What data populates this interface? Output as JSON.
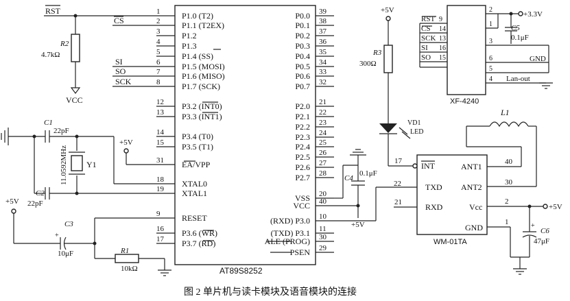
{
  "caption": "图 2   单片机与读卡模块及语音模块的连接",
  "mcu": {
    "name": "AT89S8252",
    "left_pins": [
      {
        "num": "1",
        "label": "P1.0 (T2)"
      },
      {
        "num": "2",
        "label": "P1.1 (T2EX)"
      },
      {
        "num": "3",
        "label": "P1.2"
      },
      {
        "num": "4",
        "label": "P1.3"
      },
      {
        "num": "5",
        "label": "P1.4 (SS)"
      },
      {
        "num": "6",
        "label": "P1.5 (MOSI)"
      },
      {
        "num": "7",
        "label": "P1.6 (MISO)"
      },
      {
        "num": "8",
        "label": "P1.7 (SCK)"
      },
      {
        "num": "12",
        "label": "P3.2 (INT0)"
      },
      {
        "num": "13",
        "label": "P3.3 (INT1)"
      },
      {
        "num": "14",
        "label": "P3.4 (T0)"
      },
      {
        "num": "15",
        "label": "P3.5 (T1)"
      },
      {
        "num": "31",
        "label": "EA/VPP"
      },
      {
        "num": "18",
        "label": "XTAL0"
      },
      {
        "num": "19",
        "label": "XTAL1"
      },
      {
        "num": "9",
        "label": "RESET"
      },
      {
        "num": "16",
        "label": "P3.6 (WR)"
      },
      {
        "num": "17",
        "label": "P3.7 (RD)"
      }
    ],
    "right_pins": [
      {
        "num": "39",
        "label": "P0.0"
      },
      {
        "num": "38",
        "label": "P0.1"
      },
      {
        "num": "37",
        "label": "P0.2"
      },
      {
        "num": "36",
        "label": "P0.3"
      },
      {
        "num": "35",
        "label": "P0.4"
      },
      {
        "num": "34",
        "label": "P0.5"
      },
      {
        "num": "33",
        "label": "P0.6"
      },
      {
        "num": "32",
        "label": "P0.7"
      },
      {
        "num": "21",
        "label": "P2.0"
      },
      {
        "num": "22",
        "label": "P2.1"
      },
      {
        "num": "23",
        "label": "P2.2"
      },
      {
        "num": "24",
        "label": "P2.3"
      },
      {
        "num": "25",
        "label": "P2.4"
      },
      {
        "num": "26",
        "label": "P2.5"
      },
      {
        "num": "27",
        "label": "P2.6"
      },
      {
        "num": "28",
        "label": "P2.7"
      },
      {
        "num": "20",
        "label": "VSS"
      },
      {
        "num": "40",
        "label": "VCC"
      },
      {
        "num": "10",
        "label": "(RXD) P3.0"
      },
      {
        "num": "11",
        "label": "(TXD) P3.1"
      },
      {
        "num": "30",
        "label": "ALE (PROG)"
      },
      {
        "num": "29",
        "label": "PSEN"
      }
    ]
  },
  "net_labels": {
    "rst": "RST",
    "cs": "CS",
    "si": "SI",
    "so": "SO",
    "sck": "SCK",
    "vcc_left": "VCC",
    "p5v_a": "+5V",
    "p5v_b": "+5V",
    "p5v_c": "+5V",
    "p5v_d": "+5V",
    "p5v_e": "+5V",
    "p3v3": "+3.3V"
  },
  "components": {
    "r2": {
      "ref": "R2",
      "value": "4.7kΩ"
    },
    "r3": {
      "ref": "R3",
      "value": "300Ω"
    },
    "r1": {
      "ref": "R1",
      "value": "10kΩ"
    },
    "c1": {
      "ref": "C1",
      "value": "22pF"
    },
    "c2": {
      "ref": "C2",
      "value": "22pF"
    },
    "c3": {
      "ref": "C3",
      "value": "10μF"
    },
    "c4": {
      "ref": "C4",
      "value": "0.1μF"
    },
    "c5": {
      "ref": "C5",
      "value": "0.1μF"
    },
    "c6": {
      "ref": "C6",
      "value": "47μF"
    },
    "y1": {
      "ref": "Y1",
      "value": "11.0592MHz"
    },
    "led": {
      "ref": "VD1",
      "value": "LED"
    },
    "coil": {
      "ref": "L1"
    }
  },
  "reader": {
    "name": "XF-4240",
    "left_pins": [
      {
        "num": "9",
        "label": "RST"
      },
      {
        "num": "14",
        "label": "CS"
      },
      {
        "num": "13",
        "label": "SCK"
      },
      {
        "num": "16",
        "label": "SI"
      },
      {
        "num": "15",
        "label": "SO"
      }
    ],
    "right_pins": [
      "2",
      "1",
      "3",
      "6",
      "5",
      "4"
    ],
    "right_labels": {
      "gnd": "GND",
      "lan": "Lan-out"
    }
  },
  "voice": {
    "name": "WM-01TA",
    "pins": [
      {
        "num": "17",
        "label": "INT"
      },
      {
        "num": "22",
        "label": "TXD"
      },
      {
        "num": "21",
        "label": "RXD"
      },
      {
        "num": "40",
        "label": "ANT1"
      },
      {
        "num": "30",
        "label": "ANT2"
      },
      {
        "num": "2",
        "label": "Vcc"
      },
      {
        "num": "1",
        "label": "GND"
      }
    ]
  }
}
